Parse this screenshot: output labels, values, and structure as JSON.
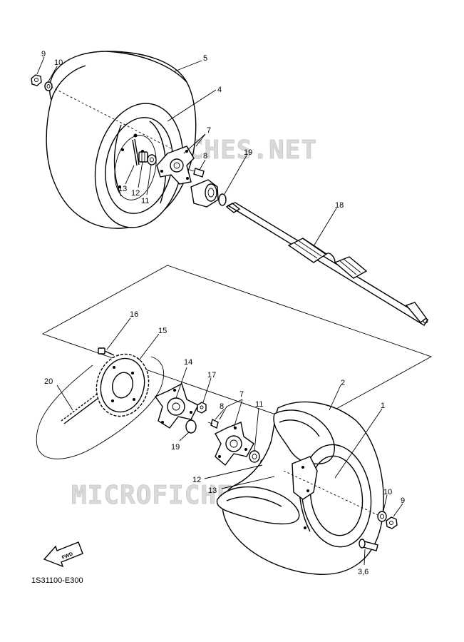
{
  "watermark": "MICROFICHES.NET",
  "diagram_code": "1S31100-E300",
  "fwd_label": "FWD",
  "callouts": {
    "c1": "1",
    "c2": "2",
    "c3_6": "3,6",
    "c4": "4",
    "c5": "5",
    "c7_top": "7",
    "c7_bot": "7",
    "c8_top": "8",
    "c8_bot": "8",
    "c9_top": "9",
    "c9_bot": "9",
    "c10_top": "10",
    "c10_bot": "10",
    "c11_top": "11",
    "c11_bot": "11",
    "c12_top": "12",
    "c12_bot": "12",
    "c13_top": "13",
    "c13_bot": "13",
    "c14": "14",
    "c15": "15",
    "c16": "16",
    "c17": "17",
    "c18": "18",
    "c19_top": "19",
    "c19_bot": "19",
    "c20": "20"
  }
}
